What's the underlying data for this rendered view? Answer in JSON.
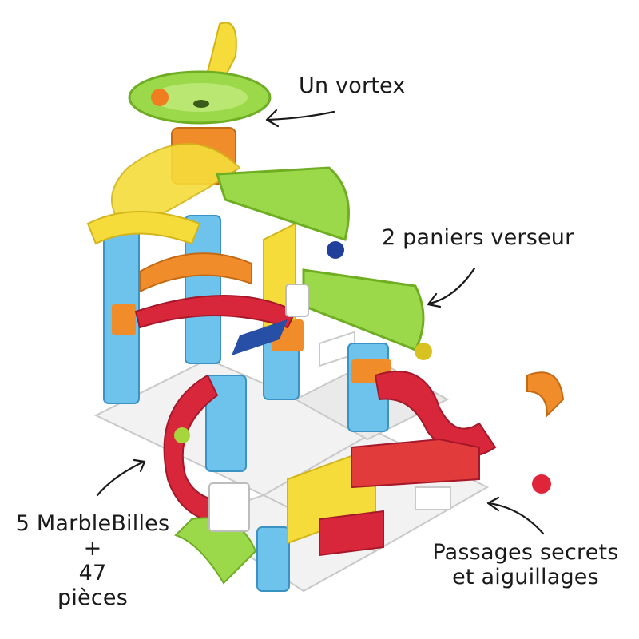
{
  "callouts": {
    "vortex": "Un vortex",
    "baskets": "2 paniers verseur",
    "marbles": {
      "line1": "5 MarbleBilles",
      "line2": "+",
      "line3": "47",
      "line4": "pièces"
    },
    "secret": {
      "line1": "Passages secrets",
      "line2": "et aiguillages"
    }
  },
  "colors": {
    "background": "#ffffff",
    "text": "#1a1a1a",
    "blue_piece": "#6ec3ec",
    "orange_piece": "#f08c2a",
    "green_basket": "#9bd94a",
    "yellow_track": "#f5dc3a",
    "red_track": "#d8263a",
    "white_base": "#eeeeee"
  }
}
